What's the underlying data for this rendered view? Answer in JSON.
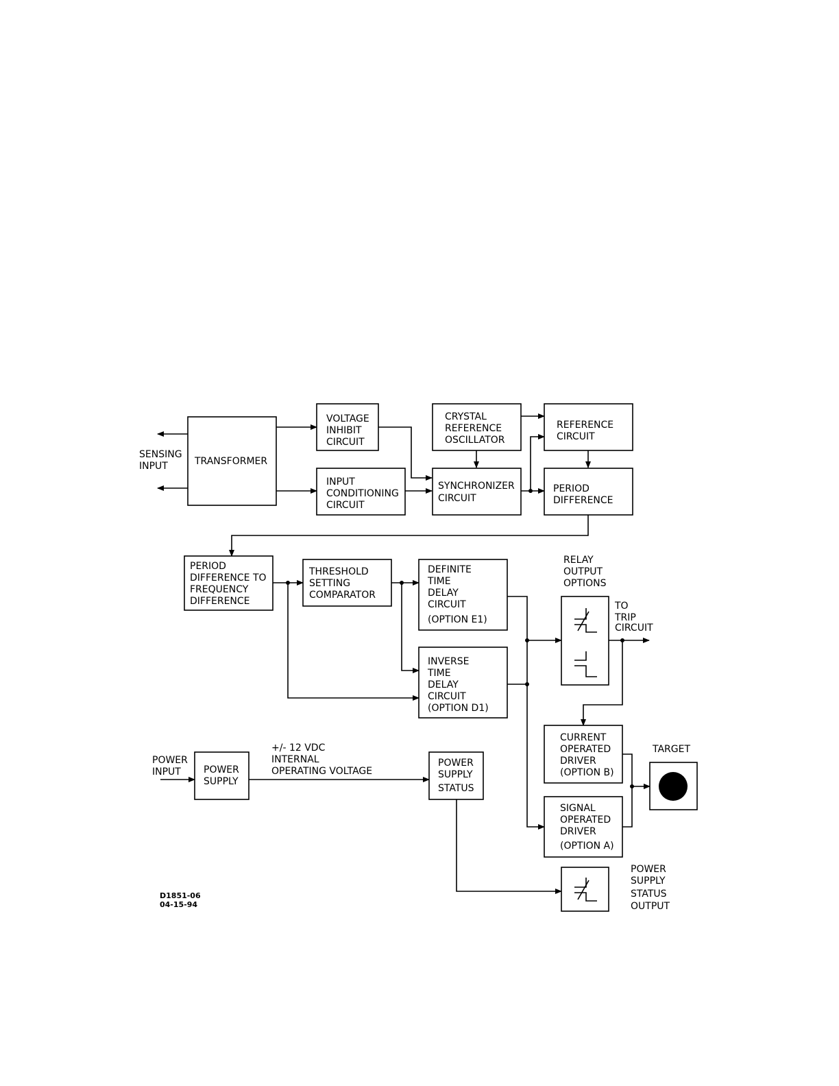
{
  "blocks": {
    "transformer": [
      "TRANSFORMER"
    ],
    "voltage_inhibit": [
      "VOLTAGE",
      "INHIBIT",
      "CIRCUIT"
    ],
    "input_conditioning": [
      "INPUT",
      "CONDITIONING",
      "CIRCUIT"
    ],
    "crystal_oscillator": [
      "CRYSTAL",
      "REFERENCE",
      "OSCILLATOR"
    ],
    "synchronizer": [
      "SYNCHRONIZER",
      "CIRCUIT"
    ],
    "reference_circuit": [
      "REFERENCE",
      "CIRCUIT"
    ],
    "period_difference": [
      "PERIOD",
      "DIFFERENCE"
    ],
    "period_to_frequency": [
      "PERIOD",
      "DIFFERENCE TO",
      "FREQUENCY",
      "DIFFERENCE"
    ],
    "threshold_comparator": [
      "THRESHOLD",
      "SETTING",
      "COMPARATOR"
    ],
    "definite_time_delay": [
      "DEFINITE",
      "TIME",
      "DELAY",
      "CIRCUIT",
      "(OPTION E1)"
    ],
    "inverse_time_delay": [
      "INVERSE",
      "TIME",
      "DELAY",
      "CIRCUIT",
      "(OPTION D1)"
    ],
    "current_operated_driver": [
      "CURRENT",
      "OPERATED",
      "DRIVER",
      "(OPTION B)"
    ],
    "signal_operated_driver": [
      "SIGNAL",
      "OPERATED",
      "DRIVER",
      "(OPTION A)"
    ],
    "power_supply": [
      "POWER",
      "SUPPLY"
    ],
    "power_supply_status": [
      "POWER",
      "SUPPLY",
      "STATUS"
    ]
  },
  "labels": {
    "sensing_input": [
      "SENSING",
      "INPUT"
    ],
    "relay_output_options": [
      "RELAY",
      "OUTPUT",
      "OPTIONS"
    ],
    "to_trip_circuit": [
      "TO",
      "TRIP",
      "CIRCUIT"
    ],
    "target": [
      "TARGET"
    ],
    "power_input": [
      "POWER",
      "INPUT"
    ],
    "internal_voltage": [
      "+/- 12 VDC",
      "INTERNAL",
      "OPERATING VOLTAGE"
    ],
    "power_supply_status_output": [
      "POWER",
      "SUPPLY",
      "STATUS",
      "OUTPUT"
    ]
  },
  "drawing_code": [
    "D1851-06",
    "04-15-94"
  ]
}
